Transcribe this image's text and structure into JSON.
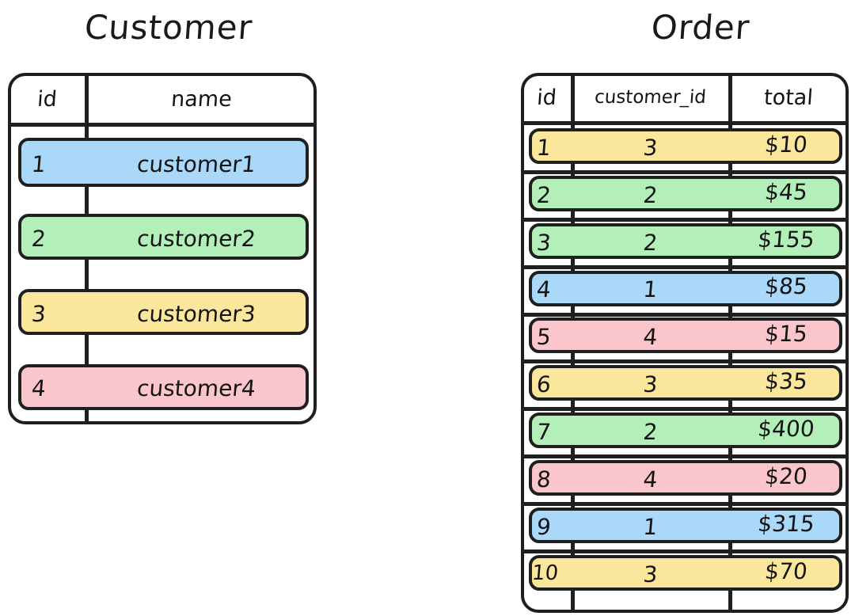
{
  "diagram": {
    "style": "hand-drawn sketch",
    "background": "#ffffff",
    "ink": "#1f1f1f"
  },
  "palette": {
    "blue": "#a9d8f8",
    "green": "#b3efb8",
    "yellow": "#fae79b",
    "pink": "#fbc6cb",
    "white": "#ffffff"
  },
  "customer_table": {
    "title": "Customer",
    "columns": [
      "id",
      "name"
    ],
    "rows": [
      {
        "id": "1",
        "name": "customer1",
        "color": "blue"
      },
      {
        "id": "2",
        "name": "customer2",
        "color": "green"
      },
      {
        "id": "3",
        "name": "customer3",
        "color": "yellow"
      },
      {
        "id": "4",
        "name": "customer4",
        "color": "pink"
      }
    ]
  },
  "order_table": {
    "title": "Order",
    "columns": [
      "id",
      "customer_id",
      "total"
    ],
    "rows": [
      {
        "id": "1",
        "customer_id": "3",
        "total": "$10",
        "color": "yellow"
      },
      {
        "id": "2",
        "customer_id": "2",
        "total": "$45",
        "color": "green"
      },
      {
        "id": "3",
        "customer_id": "2",
        "total": "$155",
        "color": "green"
      },
      {
        "id": "4",
        "customer_id": "1",
        "total": "$85",
        "color": "blue"
      },
      {
        "id": "5",
        "customer_id": "4",
        "total": "$15",
        "color": "pink"
      },
      {
        "id": "6",
        "customer_id": "3",
        "total": "$35",
        "color": "yellow"
      },
      {
        "id": "7",
        "customer_id": "2",
        "total": "$400",
        "color": "green"
      },
      {
        "id": "8",
        "customer_id": "4",
        "total": "$20",
        "color": "pink"
      },
      {
        "id": "9",
        "customer_id": "1",
        "total": "$315",
        "color": "blue"
      },
      {
        "id": "10",
        "customer_id": "3",
        "total": "$70",
        "color": "yellow"
      }
    ]
  },
  "chart_data": {
    "type": "table",
    "title": "Customer / Order relational tables",
    "tables": [
      {
        "name": "Customer",
        "columns": [
          "id",
          "name"
        ],
        "rows": [
          [
            "1",
            "customer1"
          ],
          [
            "2",
            "customer2"
          ],
          [
            "3",
            "customer3"
          ],
          [
            "4",
            "customer4"
          ]
        ],
        "row_colors": [
          "blue",
          "green",
          "yellow",
          "pink"
        ]
      },
      {
        "name": "Order",
        "columns": [
          "id",
          "customer_id",
          "total"
        ],
        "rows": [
          [
            "1",
            "3",
            "$10"
          ],
          [
            "2",
            "2",
            "$45"
          ],
          [
            "3",
            "2",
            "$155"
          ],
          [
            "4",
            "1",
            "$85"
          ],
          [
            "5",
            "4",
            "$15"
          ],
          [
            "6",
            "3",
            "$35"
          ],
          [
            "7",
            "2",
            "$400"
          ],
          [
            "8",
            "4",
            "$20"
          ],
          [
            "9",
            "1",
            "$315"
          ],
          [
            "10",
            "3",
            "$70"
          ]
        ],
        "row_colors": [
          "yellow",
          "green",
          "green",
          "blue",
          "pink",
          "yellow",
          "green",
          "pink",
          "blue",
          "yellow"
        ]
      }
    ]
  }
}
